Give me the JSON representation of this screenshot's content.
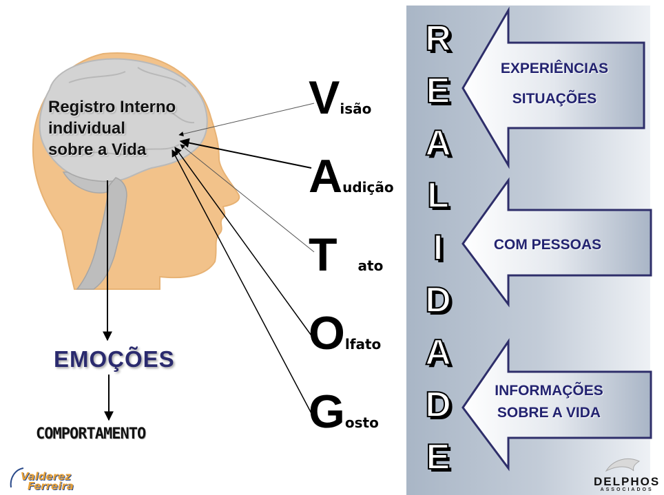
{
  "head": {
    "label_lines": [
      "Registro Interno",
      "individual",
      "sobre a Vida"
    ]
  },
  "outputs": {
    "emocoes": "EMOÇÕES",
    "comportamento": "COMPORTAMENTO"
  },
  "senses": [
    {
      "initial": "V",
      "rest": "isão"
    },
    {
      "initial": "A",
      "rest": "udição"
    },
    {
      "initial": "T",
      "rest": "ato"
    },
    {
      "initial": "O",
      "rest": "lfato"
    },
    {
      "initial": "G",
      "rest": "osto"
    }
  ],
  "reality": {
    "letters": [
      "R",
      "E",
      "A",
      "L",
      "I",
      "D",
      "A",
      "D",
      "E"
    ]
  },
  "arrows": [
    {
      "lines": [
        "EXPERIÊNCIAS",
        "SITUAÇÕES"
      ]
    },
    {
      "lines": [
        "COM PESSOAS"
      ]
    },
    {
      "lines": [
        "INFORMAÇÕES",
        "SOBRE A VIDA"
      ]
    }
  ],
  "logos": {
    "left_line1": "Valderez",
    "left_line2": "Ferreira",
    "right_name": "DELPHOS",
    "right_sub": "ASSOCIADOS"
  },
  "colors": {
    "head_skin": "#f2c28a",
    "brain": "#cfcfcf",
    "reality_bar": "#aab7c6",
    "arrow_fill_start": "#ffffff",
    "arrow_fill_end": "#a6b2c4",
    "arrow_outline": "#2e2e6a",
    "emocoes_text": "#2a2a6e"
  }
}
